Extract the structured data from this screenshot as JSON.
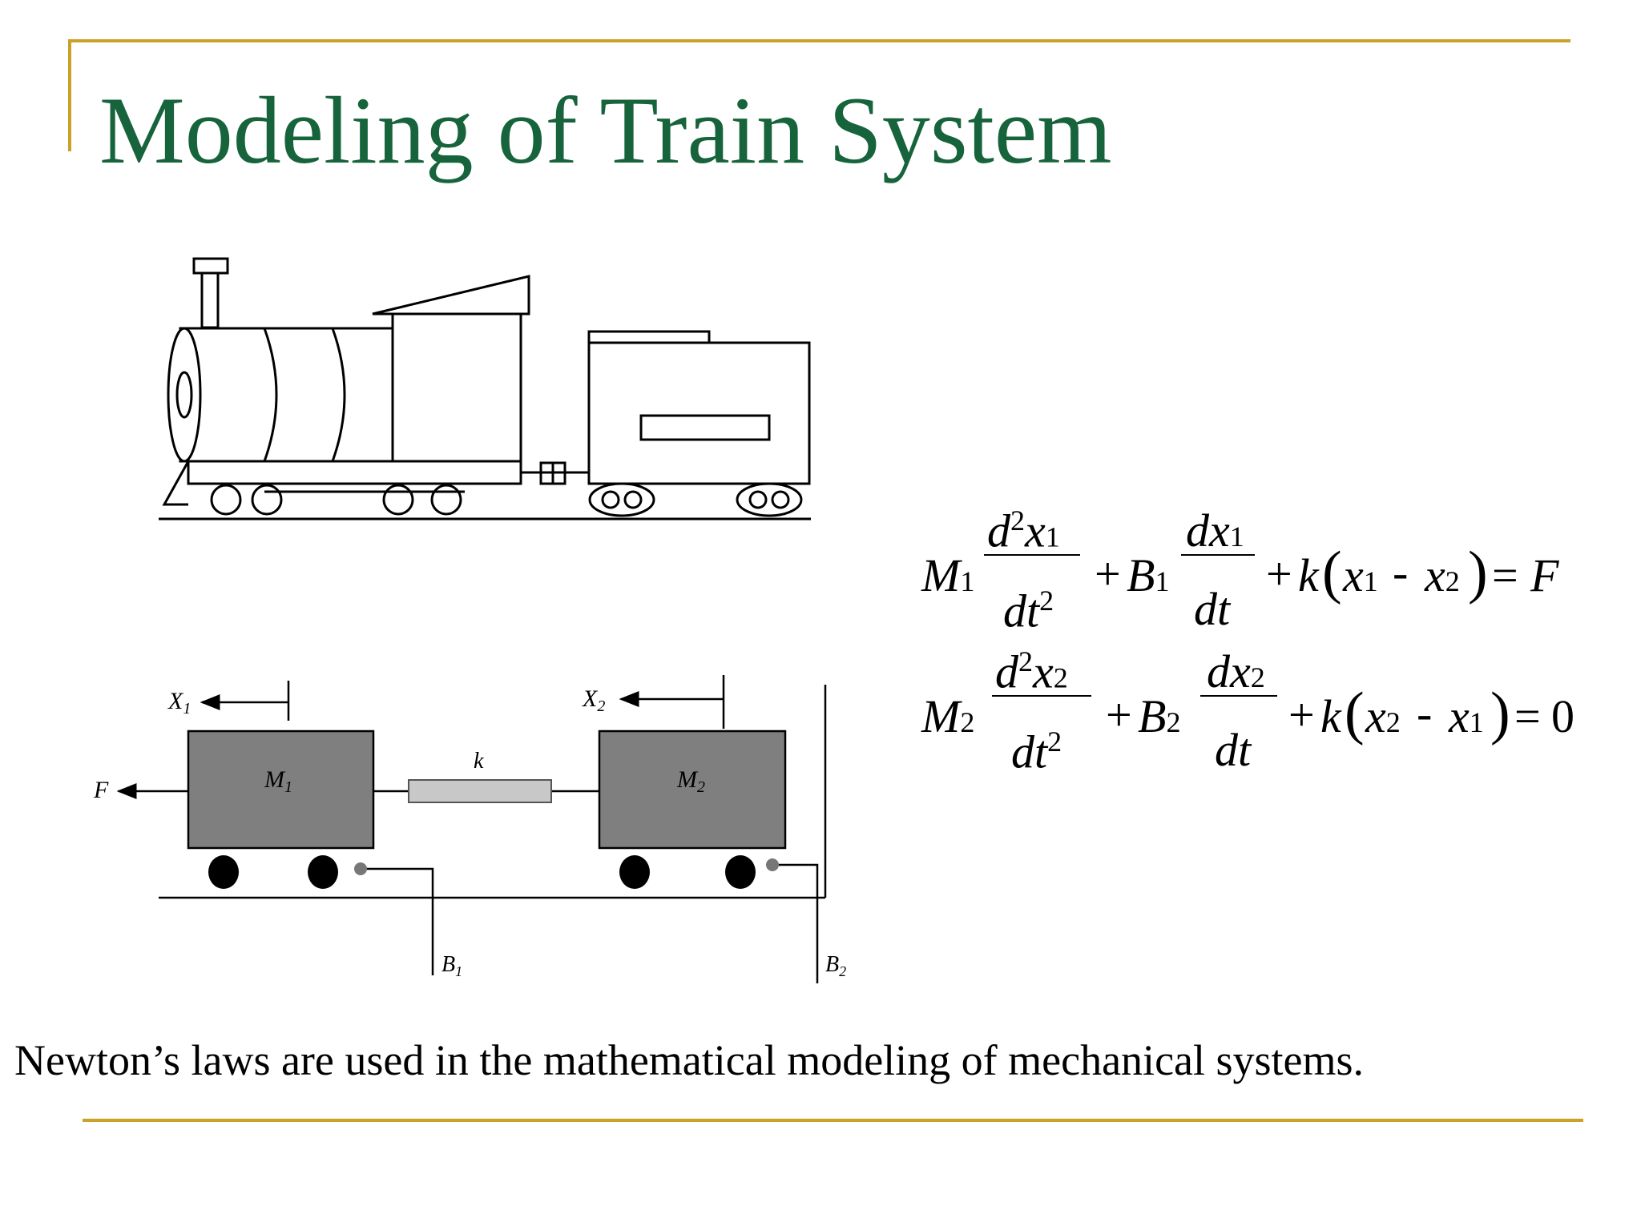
{
  "title": "Modeling of Train System",
  "caption": "Newton’s laws are used in the mathematical modeling of mechanical systems.",
  "colors": {
    "title": "#17643c",
    "rule": "#c9a227",
    "mass": "#7f7f7f",
    "spring": "#c8c8c8"
  },
  "diagram": {
    "x1_label": "X",
    "x1_sub": "1",
    "x2_label": "X",
    "x2_sub": "2",
    "force_label": "F",
    "spring_label": "k",
    "m1_label": "M",
    "m1_sub": "1",
    "m2_label": "M",
    "m2_sub": "2",
    "b1_label": "B",
    "b1_sub": "1",
    "b2_label": "B",
    "b2_sub": "2"
  },
  "equations": {
    "eq1": {
      "m": "M",
      "m_sub": "1",
      "num1": "d",
      "num1_sup": "2",
      "num1_x": "x",
      "num1_sub": "1",
      "den1": "dt",
      "den1_sup": "2",
      "plus1": "+",
      "b": "B",
      "b_sub": "1",
      "num2": "dx",
      "num2_sub": "1",
      "den2": "dt",
      "plus2": "+",
      "k": "k",
      "open": "(",
      "xa": "x",
      "xa_sub": "1",
      "minus": "-",
      "xb": "x",
      "xb_sub": "2",
      "close": ")",
      "eq": "=",
      "rhs": "F"
    },
    "eq2": {
      "m": "M",
      "m_sub": "2",
      "num1": "d",
      "num1_sup": "2",
      "num1_x": "x",
      "num1_sub": "2",
      "den1": "dt",
      "den1_sup": "2",
      "plus1": "+",
      "b": "B",
      "b_sub": "2",
      "num2": "dx",
      "num2_sub": "2",
      "den2": "dt",
      "plus2": "+",
      "k": "k",
      "open": "(",
      "xa": "x",
      "xa_sub": "2",
      "minus": "-",
      "xb": "x",
      "xb_sub": "1",
      "close": ")",
      "eq": "=",
      "rhs": "0"
    }
  }
}
